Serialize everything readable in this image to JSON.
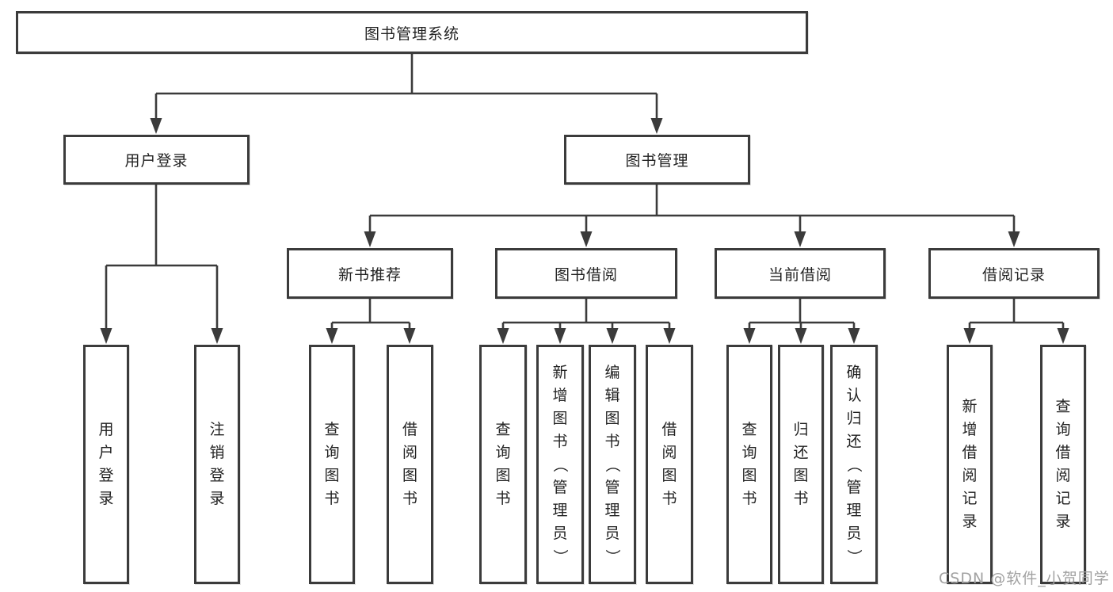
{
  "diagram": {
    "type": "hierarchy-tree",
    "nodes": {
      "root": {
        "label": "图书管理系统"
      },
      "l2": [
        {
          "label": "用户登录"
        },
        {
          "label": "图书管理"
        }
      ],
      "l3": [
        {
          "label": "新书推荐"
        },
        {
          "label": "图书借阅"
        },
        {
          "label": "当前借阅"
        },
        {
          "label": "借阅记录"
        }
      ],
      "leaves": [
        {
          "label": "用户登录"
        },
        {
          "label": "注销登录"
        },
        {
          "label": "查询图书"
        },
        {
          "label": "借阅图书"
        },
        {
          "label": "查询图书"
        },
        {
          "label": "新增图书（管理员）"
        },
        {
          "label": "编辑图书（管理员）"
        },
        {
          "label": "借阅图书"
        },
        {
          "label": "查询图书"
        },
        {
          "label": "归还图书"
        },
        {
          "label": "确认归还（管理员）"
        },
        {
          "label": "新增借阅记录"
        },
        {
          "label": "查询借阅记录"
        }
      ]
    },
    "colors": {
      "line": "#3b3b3b",
      "text": "#222222",
      "background": "#ffffff",
      "watermark": "#a2a2a2"
    }
  },
  "watermark": {
    "text": "CSDN @软件_小贺同学"
  }
}
